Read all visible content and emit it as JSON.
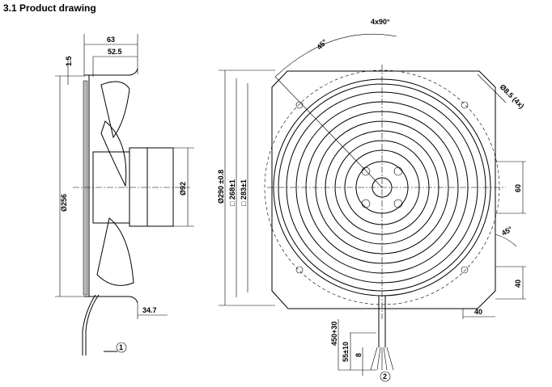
{
  "title": "3.1 Product drawing",
  "side_view": {
    "dim_depth_total": "63",
    "dim_depth_inner": "52.5",
    "dim_plate": "1.5",
    "dim_diameter_impeller": "Ø256",
    "dim_diameter_motor": "Ø92",
    "dim_motor_protrusion": "34.7",
    "view_marker": "1"
  },
  "front_view": {
    "dim_angle_holes": "4x90°",
    "dim_angle_45_top": "45°",
    "dim_holes": "Ø8.5 (4x)",
    "dim_bolt_circle": "Ø290 ±0.8",
    "dim_square_inner": "□ 268±1",
    "dim_square_outer": "□ 283±1",
    "dim_cutout_height": "60",
    "dim_angle_45_right": "45°",
    "dim_chamfer_v": "40",
    "dim_chamfer_h": "40",
    "dim_cable_length": "450+30",
    "dim_strip_length": "55±10",
    "dim_wire_end": "8",
    "view_marker": "2"
  }
}
